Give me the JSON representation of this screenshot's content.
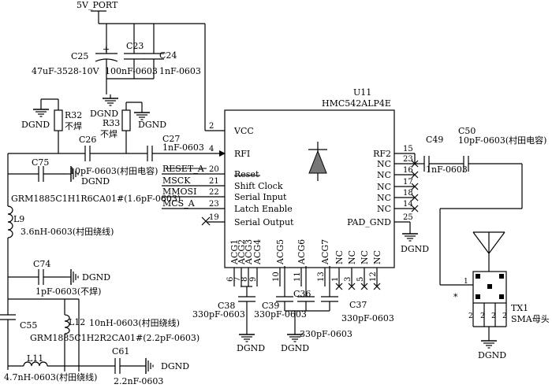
{
  "power": {
    "net": "5V_PORT"
  },
  "ic": {
    "ref": "U11",
    "part": "HMC542ALP4E",
    "left_pins": [
      {
        "num": "2",
        "name": "VCC"
      },
      {
        "num": "4",
        "name": "RFI"
      },
      {
        "num": "20",
        "name": "Reset"
      },
      {
        "num": "21",
        "name": "Shift Clock"
      },
      {
        "num": "22",
        "name": "Serial Input"
      },
      {
        "num": "23",
        "name": "Latch Enable"
      },
      {
        "num": "19",
        "name": "Serial Output"
      }
    ],
    "right_pins": [
      {
        "num": "15",
        "name": "RF2"
      },
      {
        "num": "23",
        "name": "NC"
      },
      {
        "num": "16",
        "name": "NC"
      },
      {
        "num": "17",
        "name": "NC"
      },
      {
        "num": "18",
        "name": "NC"
      },
      {
        "num": "14",
        "name": "NC"
      },
      {
        "num": "25",
        "name": "PAD_GND"
      }
    ],
    "bottom_pins": [
      {
        "num": "6",
        "name": "ACG1"
      },
      {
        "num": "7",
        "name": "ACG2"
      },
      {
        "num": "8",
        "name": "ACG3"
      },
      {
        "num": "9",
        "name": "ACG4"
      },
      {
        "num": "10",
        "name": "ACG5"
      },
      {
        "num": "11",
        "name": "ACG6"
      },
      {
        "num": "13",
        "name": "ACG7"
      },
      {
        "num": "1",
        "name": "NC"
      },
      {
        "num": "3",
        "name": "NC"
      },
      {
        "num": "5",
        "name": "NC"
      },
      {
        "num": "12",
        "name": "NC"
      }
    ]
  },
  "nets": {
    "reset": "RESET_A",
    "msck": "MSCK",
    "mmosi": "MMOSI",
    "mcs": "MCS_A",
    "ground": "DGND"
  },
  "components": {
    "c25": {
      "ref": "C25",
      "value": "47uF-3528-10V"
    },
    "c23": {
      "ref": "C23",
      "value": "100nF-0603"
    },
    "c24": {
      "ref": "C24",
      "value": "1nF-0603"
    },
    "r32": {
      "ref": "R32",
      "note": "不焊"
    },
    "r33": {
      "ref": "R33",
      "note": "不焊"
    },
    "c26": {
      "ref": "C26"
    },
    "c27": {
      "ref": "C27",
      "value": "1nF-0603"
    },
    "c75": {
      "ref": "C75",
      "value": "10pF-0603(村田电容)"
    },
    "grm1": {
      "text": "GRM1885C1H1R6CA01#(1.6pF-0603)"
    },
    "l9": {
      "ref": "L9",
      "value": "3.6nH-0603(村田绕线)"
    },
    "c74": {
      "ref": "C74",
      "value": "1pF-0603(不焊)"
    },
    "c55": {
      "ref": "C55"
    },
    "l12": {
      "ref": "L12",
      "value": "10nH-0603(村田绕线)"
    },
    "grm2": {
      "text": "GRM1885C1H2R2CA01#(2.2pF-0603)"
    },
    "l11": {
      "ref": "L11",
      "value": "4.7nH-0603(村田绕线)"
    },
    "c61": {
      "ref": "C61",
      "value": "2.2nF-0603"
    },
    "c38": {
      "ref": "C38",
      "value": "330pF-0603"
    },
    "c39": {
      "ref": "C39",
      "value": "330pF-0603"
    },
    "c36": {
      "ref": "C36",
      "value": "330pF-0603"
    },
    "c37": {
      "ref": "C37",
      "value": "330pF-0603"
    },
    "c49": {
      "ref": "C49",
      "value": "1nF-0603"
    },
    "c50": {
      "ref": "C50",
      "value": "10pF-0603(村田电容)"
    },
    "tx1": {
      "ref": "TX1",
      "label": "SMA母头",
      "pins": [
        "2",
        "2",
        "2",
        "2",
        "1"
      ],
      "mark": "*",
      "plus": "+"
    }
  }
}
